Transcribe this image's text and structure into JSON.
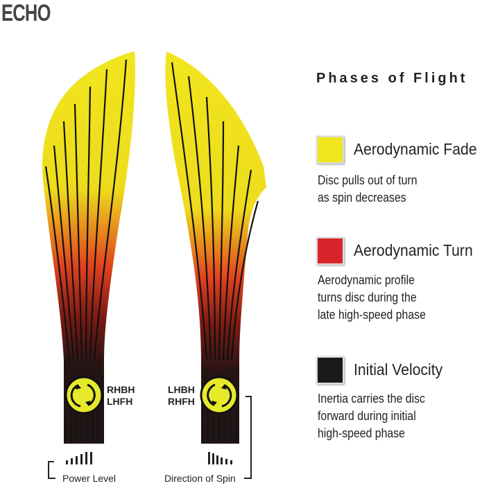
{
  "logo": "ECHO",
  "title": "Phases of Flight",
  "legend": [
    {
      "label": "Aerodynamic Fade",
      "color": "#f0e61e",
      "desc": [
        "Disc pulls out of turn",
        "as spin decreases"
      ]
    },
    {
      "label": "Aerodynamic Turn",
      "color": "#d8232a",
      "desc": [
        "Aerodynamic profile",
        "turns disc during the",
        "late high-speed phase"
      ]
    },
    {
      "label": "Initial Velocity",
      "color": "#1a1a1a",
      "desc": [
        "Inertia carries the disc",
        "forward during initial",
        "high-speed phase"
      ]
    }
  ],
  "left_throw": {
    "hands": [
      "RHBH",
      "LHFH"
    ],
    "caption": "Power Level"
  },
  "right_throw": {
    "hands": [
      "LHBH",
      "RHFH"
    ],
    "caption": "Direction of Spin"
  }
}
